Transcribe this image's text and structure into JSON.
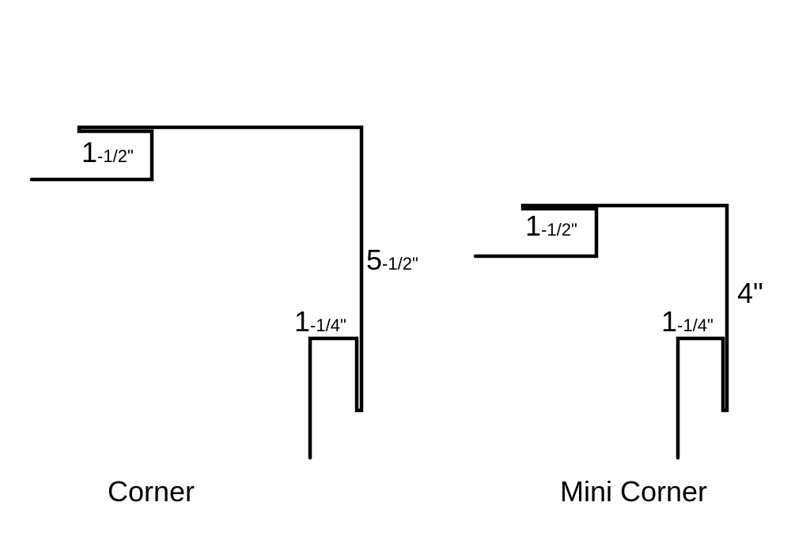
{
  "corner": {
    "caption": "Corner",
    "top_return": {
      "whole": "1",
      "fraction": "-1/2\""
    },
    "leg": {
      "whole": "5",
      "fraction": "-1/2\""
    },
    "bottom_return": {
      "whole": "1",
      "fraction": "-1/4\""
    }
  },
  "mini_corner": {
    "caption": "Mini Corner",
    "top_return": {
      "whole": "1",
      "fraction": "-1/2\""
    },
    "leg": {
      "whole": "4\""
    },
    "bottom_return": {
      "whole": "1",
      "fraction": "-1/4\""
    }
  },
  "colors": {
    "line": "#000000",
    "background": "#ffffff"
  }
}
